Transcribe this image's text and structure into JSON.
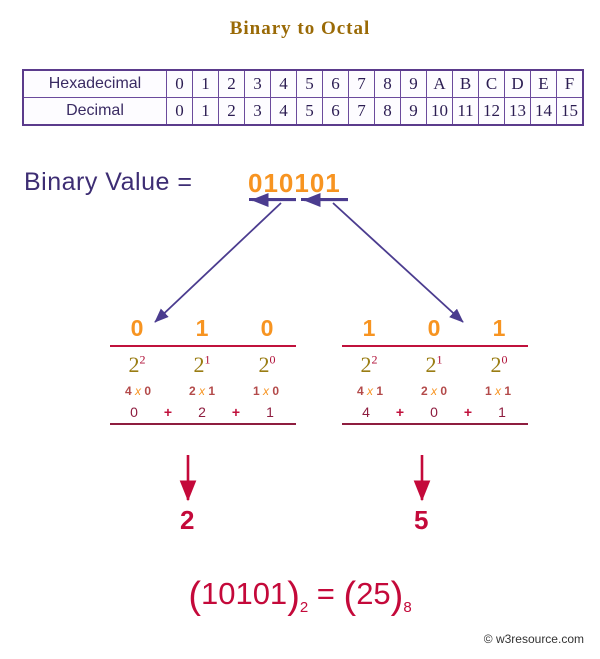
{
  "title": "Binary to Octal",
  "table": {
    "rows": [
      {
        "label": "Hexadecimal",
        "cells": [
          "0",
          "1",
          "2",
          "3",
          "4",
          "5",
          "6",
          "7",
          "8",
          "9",
          "A",
          "B",
          "C",
          "D",
          "E",
          "F"
        ]
      },
      {
        "label": "Decimal",
        "cells": [
          "0",
          "1",
          "2",
          "3",
          "4",
          "5",
          "6",
          "7",
          "8",
          "9",
          "10",
          "11",
          "12",
          "13",
          "14",
          "15"
        ]
      }
    ]
  },
  "binary": {
    "label": "Binary Value  =",
    "value": "010101"
  },
  "groups": {
    "left": {
      "bits": [
        "0",
        "1",
        "0"
      ],
      "powers": [
        {
          "base": "2",
          "exp": "2"
        },
        {
          "base": "2",
          "exp": "1"
        },
        {
          "base": "2",
          "exp": "0"
        }
      ],
      "products": [
        {
          "a": "4",
          "x": "x",
          "b": "0"
        },
        {
          "a": "2",
          "x": "x",
          "b": "1"
        },
        {
          "a": "1",
          "x": "x",
          "b": "0"
        }
      ],
      "sum": [
        "0",
        "+",
        "2",
        "+",
        "1"
      ],
      "result": "2"
    },
    "right": {
      "bits": [
        "1",
        "0",
        "1"
      ],
      "powers": [
        {
          "base": "2",
          "exp": "2"
        },
        {
          "base": "2",
          "exp": "1"
        },
        {
          "base": "2",
          "exp": "0"
        }
      ],
      "products": [
        {
          "a": "4",
          "x": "x",
          "b": "1"
        },
        {
          "a": "2",
          "x": "x",
          "b": "0"
        },
        {
          "a": "1",
          "x": "x",
          "b": "1"
        }
      ],
      "sum": [
        "4",
        "+",
        "0",
        "+",
        "1"
      ],
      "result": "5"
    }
  },
  "final_equation": {
    "lparen1": "(",
    "binary": "10101",
    "rparen1": ")",
    "base_binary": "2",
    "equals": " = ",
    "lparen2": "(",
    "octal": "25",
    "rparen2": ")",
    "base_octal": "8"
  },
  "footer": {
    "copyright": "© w3resource.com"
  },
  "colors": {
    "title": "#9a6a06",
    "table_border": "#5b3b8c",
    "table_text": "#2b1c52",
    "binary_label": "#3d2d73",
    "binary_digits": "#f79421",
    "arrow": "#4b3c8f",
    "rule": "#c0113c",
    "power_base": "#9a7d13",
    "power_exp": "#b01038",
    "product": "#b34a4a",
    "sum": "#8e1d3f",
    "result": "#c4093a"
  }
}
